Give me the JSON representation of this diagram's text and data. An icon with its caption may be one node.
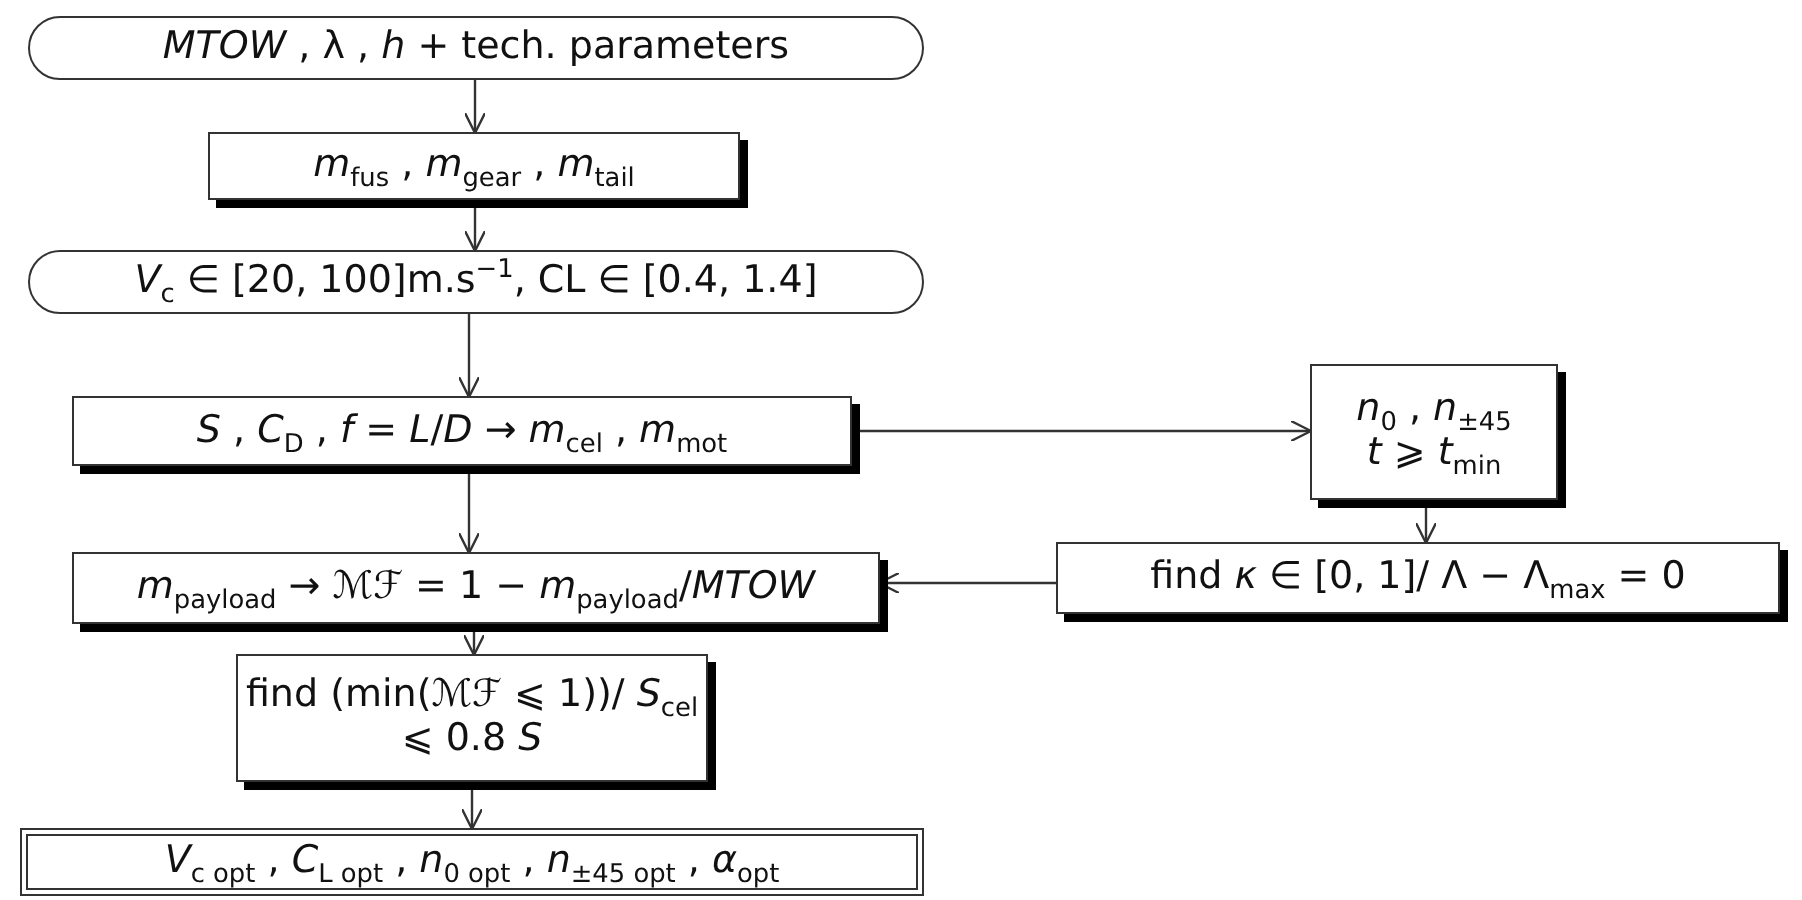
{
  "diagram": {
    "nodes": [
      {
        "text": [
          "*MTOW* , λ , *h* + tech. parameters"
        ]
      },
      {
        "text": [
          "*m*$_{fus}$ , *m*$_{gear}$ , *m*$_{tail}$"
        ]
      },
      {
        "text": [
          "*V*$_{c}$ ∈ [20, 100]m.s$^{−1}$, CL ∈ [0.4, 1.4]"
        ]
      },
      {
        "text": [
          "*S* , *C*$_{D}$ , *f* = *L*/*D* → *m*$_{cel}$ , *m*$_{mot}$"
        ]
      },
      {
        "text": [
          "*n*$_{0}$ , *n*$_{±45}$",
          "*t* ⩾ *t*$_{min}$"
        ]
      },
      {
        "text": [
          "find *κ* ∈ [0, 1]/ Λ − Λ$_{max}$ = 0"
        ]
      },
      {
        "text": [
          "*m*$_{payload}$ → ℳℱ = 1 − *m*$_{payload}$/*MTOW*"
        ]
      },
      {
        "text": [
          "find (min(ℳℱ ⩽ 1))/ *S*$_{cel}$ ⩽ 0.8 *S*"
        ]
      },
      {
        "text": [
          "*V*$_{c opt}$ , *C*$_{L opt}$ , *n*$_{0 opt}$ , *n*$_{±45 opt}$ , *α*$_{opt}$"
        ]
      }
    ],
    "edges": [
      {
        "from": 0,
        "to": 1,
        "arrow": "to"
      },
      {
        "from": 1,
        "to": 2,
        "arrow": "to"
      },
      {
        "from": 2,
        "to": 3,
        "arrow": "to"
      },
      {
        "from": 3,
        "to": 6,
        "arrow": "to"
      },
      {
        "from": 3,
        "to": 4,
        "arrow": "to"
      },
      {
        "from": 4,
        "to": 5,
        "arrow": "to"
      },
      {
        "from": 5,
        "to": 6,
        "arrow": "to"
      },
      {
        "from": 6,
        "to": 7,
        "arrow": "to"
      },
      {
        "from": 7,
        "to": 8,
        "arrow": "to"
      }
    ]
  }
}
